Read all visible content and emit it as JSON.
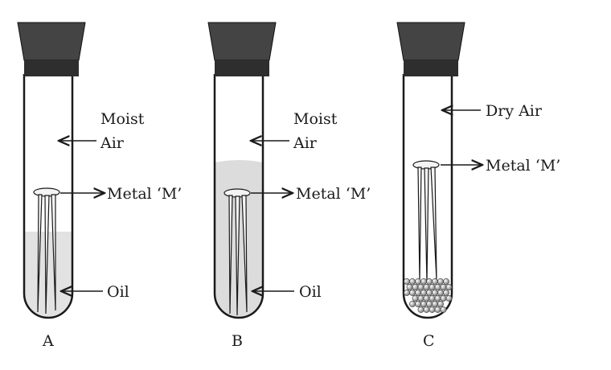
{
  "tubes": [
    {
      "id": "A",
      "caption": "A",
      "air_label_line1": "Moist",
      "air_label_line2": "Air",
      "metal_label": "Metal ‘M’",
      "liquid_label": "Oil"
    },
    {
      "id": "B",
      "caption": "B",
      "air_label_line1": "Moist",
      "air_label_line2": "Air",
      "metal_label": "Metal ‘M’",
      "liquid_label": "Oil"
    },
    {
      "id": "C",
      "caption": "C",
      "air_label": "Dry Air",
      "metal_label": "Metal ‘M’"
    }
  ],
  "colors": {
    "ink": "#1a1a1a",
    "stopper": "#3a3a3a",
    "liquid": "#dcdcdc",
    "glass": "#ffffff"
  }
}
